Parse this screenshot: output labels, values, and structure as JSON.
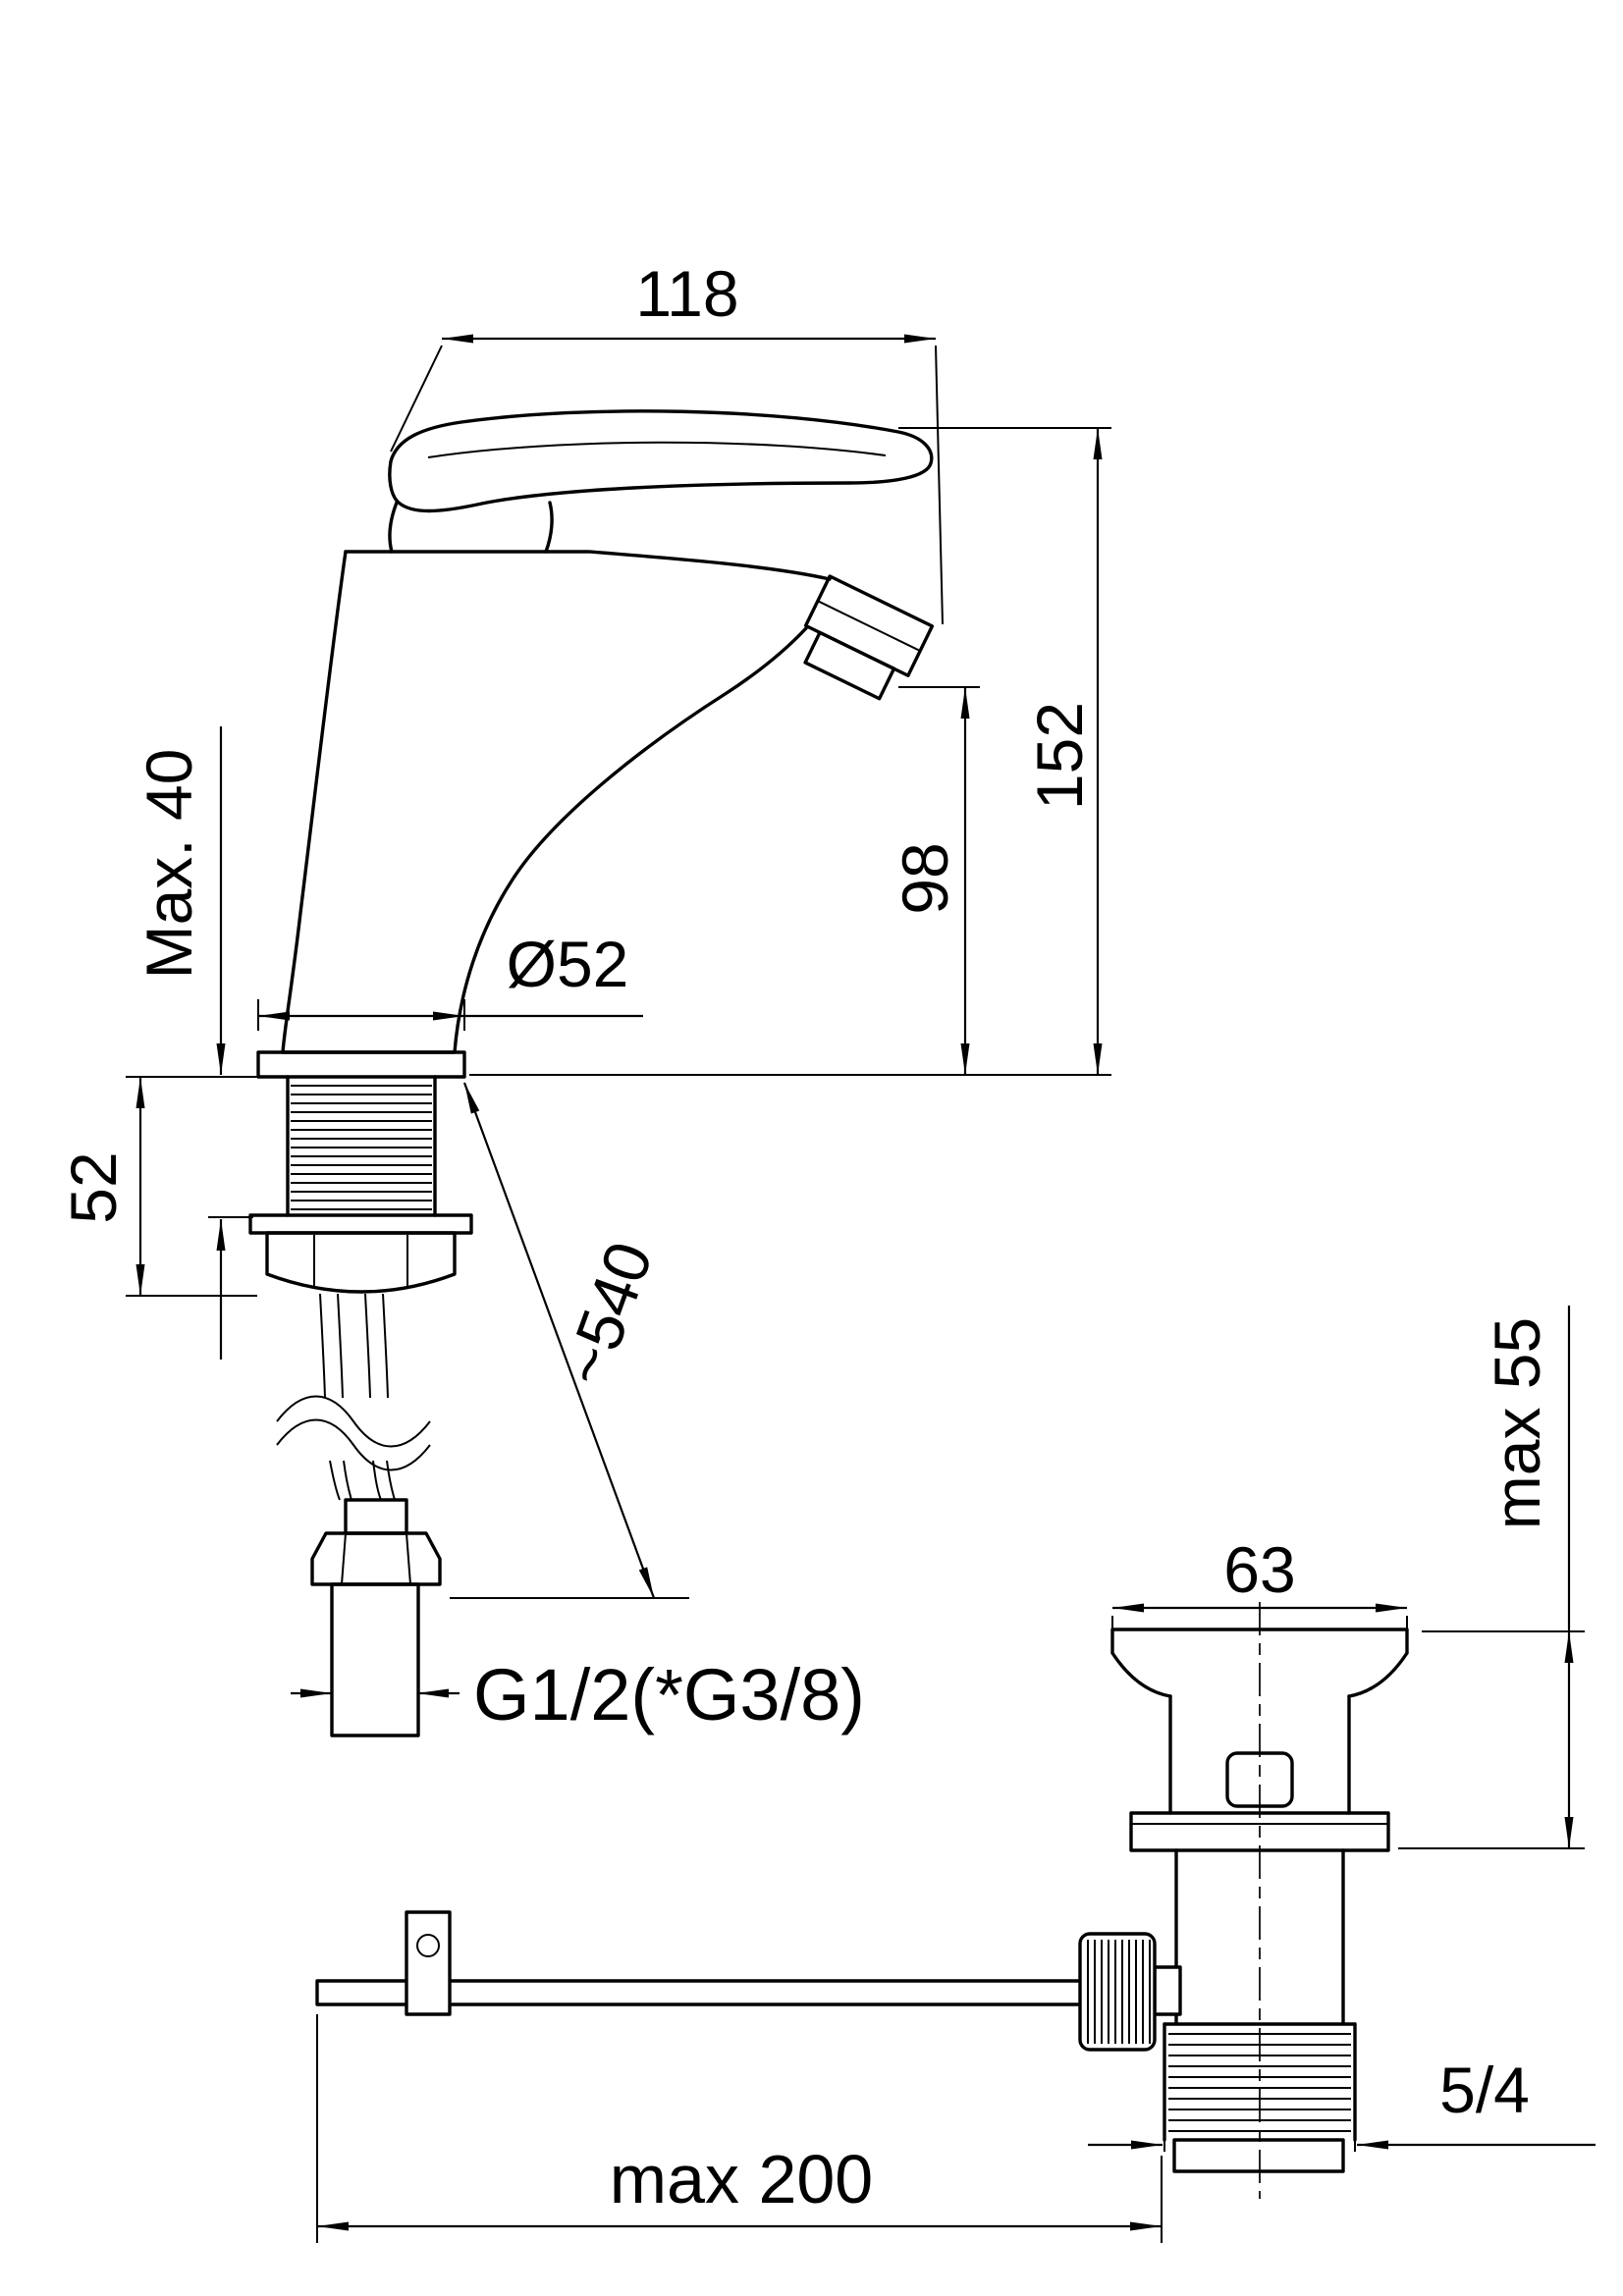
{
  "page": {
    "background": "#ffffff",
    "line_color": "#000000"
  },
  "labels": {
    "spout_reach": "118",
    "total_height": "152",
    "outlet_height": "98",
    "deck_thickness": "Max. 40",
    "base_diameter": "Ø52",
    "shank_length": "52",
    "hose_length": "~540",
    "hose_thread": "G1/2(*G3/8)",
    "drain_flange_diameter": "63",
    "drain_deck_thickness": "max 55",
    "drain_thread": "5/4",
    "rod_length": "max 200"
  }
}
